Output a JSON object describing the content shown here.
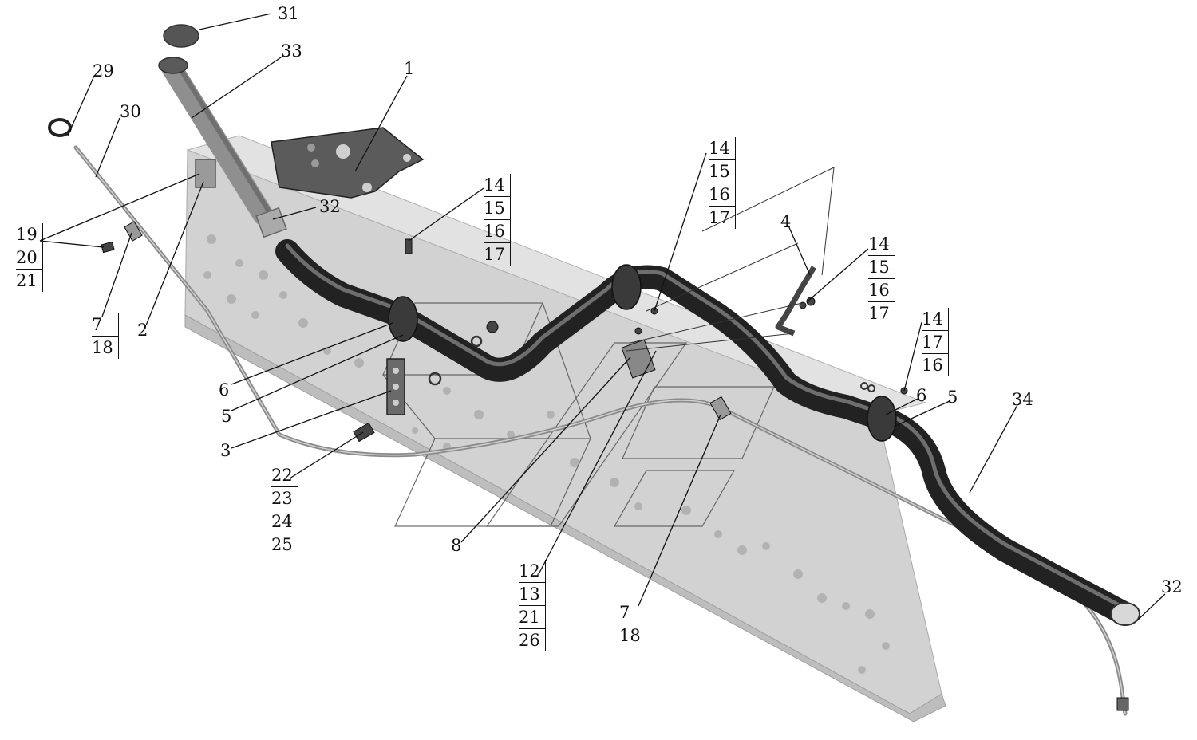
{
  "callouts": {
    "c31": "31",
    "c33": "33",
    "c29": "29",
    "c30": "30",
    "c1": "1",
    "c32a": "32",
    "c2": "2",
    "c4": "4",
    "c6a": "6",
    "c5a": "5",
    "c3": "3",
    "c8": "8",
    "c6b": "6",
    "c5b": "5",
    "c34": "34",
    "c32b": "32"
  },
  "stacks": {
    "s19": [
      "19",
      "20",
      "21"
    ],
    "s7a": [
      "7",
      "18"
    ],
    "s14a": [
      "14",
      "15",
      "16",
      "17"
    ],
    "s14b": [
      "14",
      "15",
      "16",
      "17"
    ],
    "s14c": [
      "14",
      "15",
      "16",
      "17"
    ],
    "s14d": [
      "14",
      "17",
      "16"
    ],
    "s22": [
      "22",
      "23",
      "24",
      "25"
    ],
    "s12": [
      "12",
      "13",
      "21",
      "26"
    ],
    "s7b": [
      "7",
      "18"
    ]
  },
  "colors": {
    "frame": "#d0d0d0",
    "frame_edge": "#a8a8a8",
    "hole": "#b5b5b5",
    "hose": "#2a2a2a",
    "hose_highlight": "#6a6a6a",
    "pipe_light": "#9a9a9a",
    "line": "#111111"
  }
}
